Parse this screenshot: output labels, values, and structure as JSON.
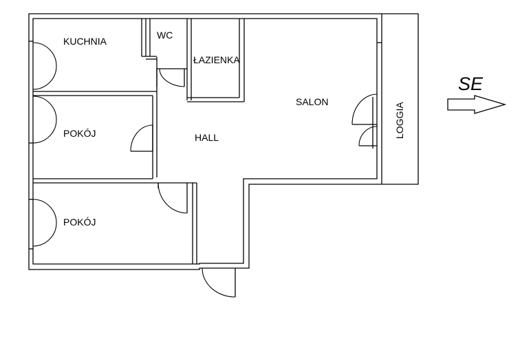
{
  "rooms": {
    "kuchnia": "KUCHNIA",
    "wc": "WC",
    "lazienka": "ŁAZIENKA",
    "salon": "SALON",
    "loggia": "LOGGIA",
    "pokoj_1": "POKÓJ",
    "hall": "HALL",
    "pokoj_2": "POKÓJ"
  },
  "compass": {
    "direction": "SE",
    "icon": "arrow-right-icon"
  }
}
